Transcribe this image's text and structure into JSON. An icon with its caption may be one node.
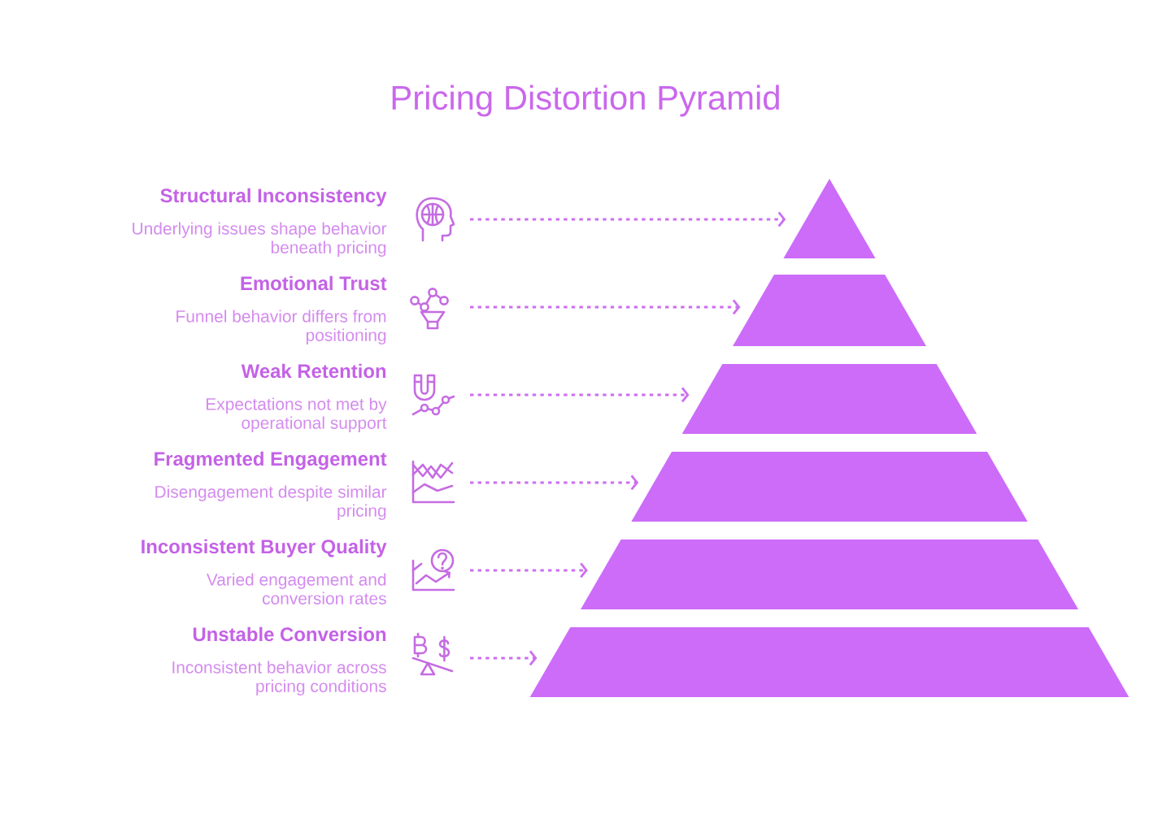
{
  "diagram": {
    "title": "Pricing Distortion Pyramid",
    "nodes": [
      {
        "text": [],
        "shape": "picture",
        "beside": [
          "Structural Inconsistency",
          "Underlying issues shape behavior beneath pricing"
        ]
      },
      {
        "text": [],
        "shape": "picture",
        "beside": [
          "Emotional Trust",
          "Funnel behavior differs from positioning"
        ]
      },
      {
        "text": [],
        "shape": "picture",
        "beside": [
          "Weak Retention",
          "Expectations not met by operational support"
        ]
      },
      {
        "text": [],
        "shape": "picture",
        "beside": [
          "Fragmented Engagement",
          "Disengagement despite similar pricing"
        ]
      },
      {
        "text": [],
        "shape": "picture",
        "beside": [
          "Inconsistent Buyer Quality",
          "Varied engagement and conversion rates"
        ]
      },
      {
        "text": [],
        "shape": "picture",
        "beside": [
          "Unstable Conversion",
          "Inconsistent behavior across pricing conditions"
        ]
      },
      {
        "text": [],
        "shape": "triangle"
      },
      {
        "text": [],
        "shape": "trapezoid"
      },
      {
        "text": [],
        "shape": "trapezoid"
      },
      {
        "text": [],
        "shape": "trapezoid"
      },
      {
        "text": [],
        "shape": "trapezoid"
      },
      {
        "text": [],
        "shape": "trapezoid"
      }
    ],
    "edges": [
      {
        "from": 0,
        "to": 6,
        "arrow": "to",
        "style": "dashed"
      },
      {
        "from": 1,
        "to": 7,
        "arrow": "to",
        "style": "dashed"
      },
      {
        "from": 2,
        "to": 8,
        "arrow": "to",
        "style": "dashed"
      },
      {
        "from": 3,
        "to": 9,
        "arrow": "to",
        "style": "dashed"
      },
      {
        "from": 4,
        "to": 10,
        "arrow": "to",
        "style": "dashed"
      },
      {
        "from": 5,
        "to": 11,
        "arrow": "to",
        "style": "dashed"
      }
    ]
  }
}
